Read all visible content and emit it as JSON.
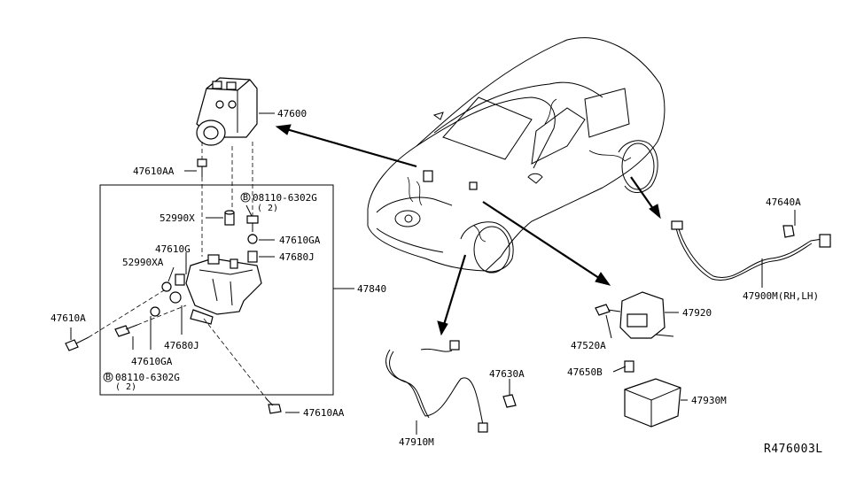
{
  "diagram": {
    "reference": "R476003L",
    "parts": {
      "abs_actuator": "47600",
      "bolt_47610aa_top": "47610AA",
      "bolt_47610aa_bottom": "47610AA",
      "bracket_assembly": "47840",
      "bolt_08110_top": "08110-6302G",
      "bolt_08110_top_qty": "( 2)",
      "bolt_08110_bottom": "08110-6302G",
      "bolt_08110_bottom_qty": "( 2)",
      "bolt_prefix_b": "B",
      "washer_52990x": "52990X",
      "grommet_47610ga_top": "47610GA",
      "grommet_47610ga_bottom": "47610GA",
      "insulator_47680j_top": "47680J",
      "insulator_47680j_bottom": "47680J",
      "grommet_47610g": "47610G",
      "washer_52990xa": "52990XA",
      "bolt_47610a": "47610A",
      "sensor_bolt_47640a": "47640A",
      "rear_sensor_47900m": "47900M(RH,LH)",
      "bracket_47920": "47920",
      "bolt_47520a": "47520A",
      "nut_47650b": "47650B",
      "yaw_sensor_47930m": "47930M",
      "bolt_47630a": "47630A",
      "front_sensor_47910m": "47910M"
    }
  }
}
